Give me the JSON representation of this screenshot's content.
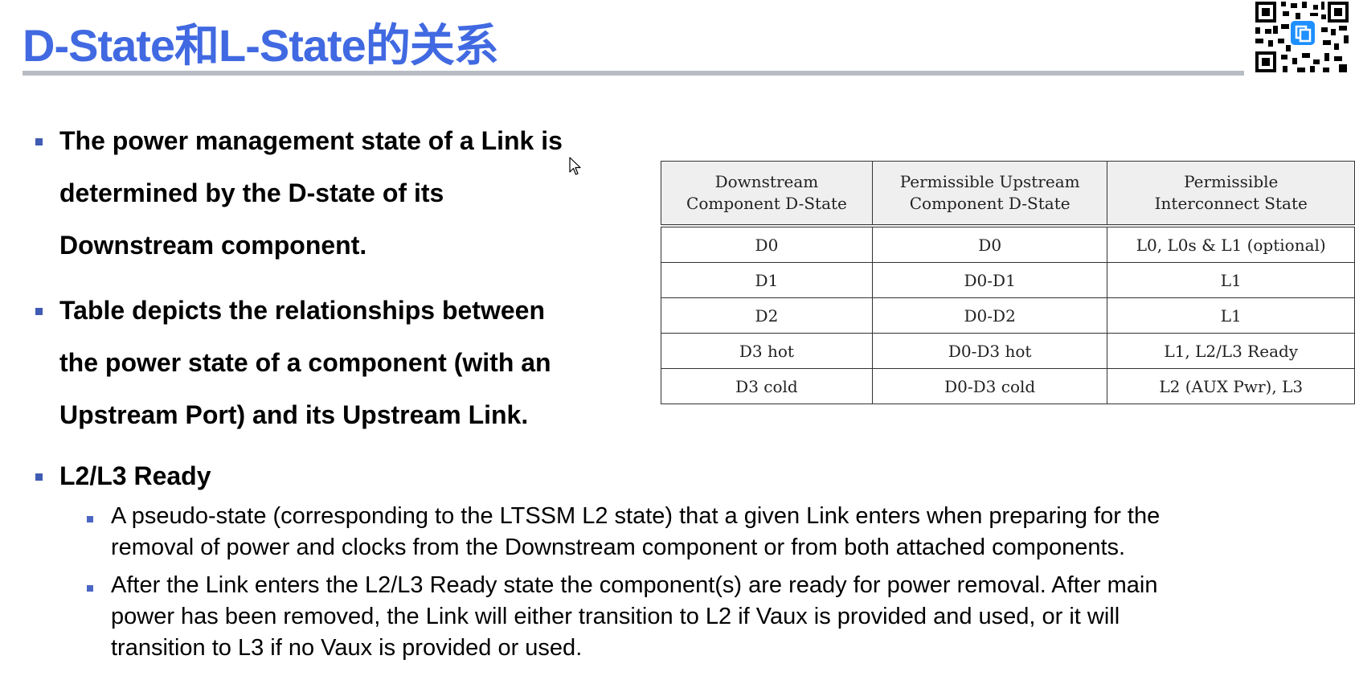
{
  "slide": {
    "title": "D-State和L-State的关系"
  },
  "bullets": [
    {
      "lines": [
        "The power management state of a Link is",
        "determined by the D-state of its",
        "Downstream component."
      ]
    },
    {
      "lines": [
        "Table depicts the relationships between",
        "the power state of a component (with an",
        "Upstream Port) and its Upstream Link."
      ]
    },
    {
      "lines": [
        "L2/L3 Ready"
      ]
    }
  ],
  "sub_bullets": [
    {
      "lines": [
        "A pseudo-state (corresponding to the LTSSM L2 state) that a given Link enters when preparing for the",
        "removal of power and clocks from the Downstream component or from both attached components."
      ]
    },
    {
      "lines": [
        "After the Link enters the L2/L3 Ready state the component(s) are ready for power removal. After main",
        "power has been removed, the Link will either transition to L2 if Vaux is provided and used, or it will",
        "transition to L3 if no Vaux is provided or used."
      ]
    }
  ],
  "table": {
    "headers": [
      [
        "Downstream",
        "Component D-State"
      ],
      [
        "Permissible Upstream",
        "Component D-State"
      ],
      [
        "Permissible",
        "Interconnect State"
      ]
    ],
    "rows": [
      [
        "D0",
        "D0",
        "L0, L0s & L1 (optional)"
      ],
      [
        "D1",
        "D0-D1",
        "L1"
      ],
      [
        "D2",
        "D0-D2",
        "L1"
      ],
      [
        "D3 hot",
        "D0-D3 hot",
        "L1, L2/L3 Ready"
      ],
      [
        "D3 cold",
        "D0-D3 cold",
        "L2 (AUX Pwr), L3"
      ]
    ]
  },
  "icons": {
    "qr": "qr-code-icon",
    "cursor": "mouse-pointer-icon"
  },
  "colors": {
    "title": "#4169e1",
    "bullet": "#3f5bb3",
    "rule": "#b8bcc4"
  }
}
